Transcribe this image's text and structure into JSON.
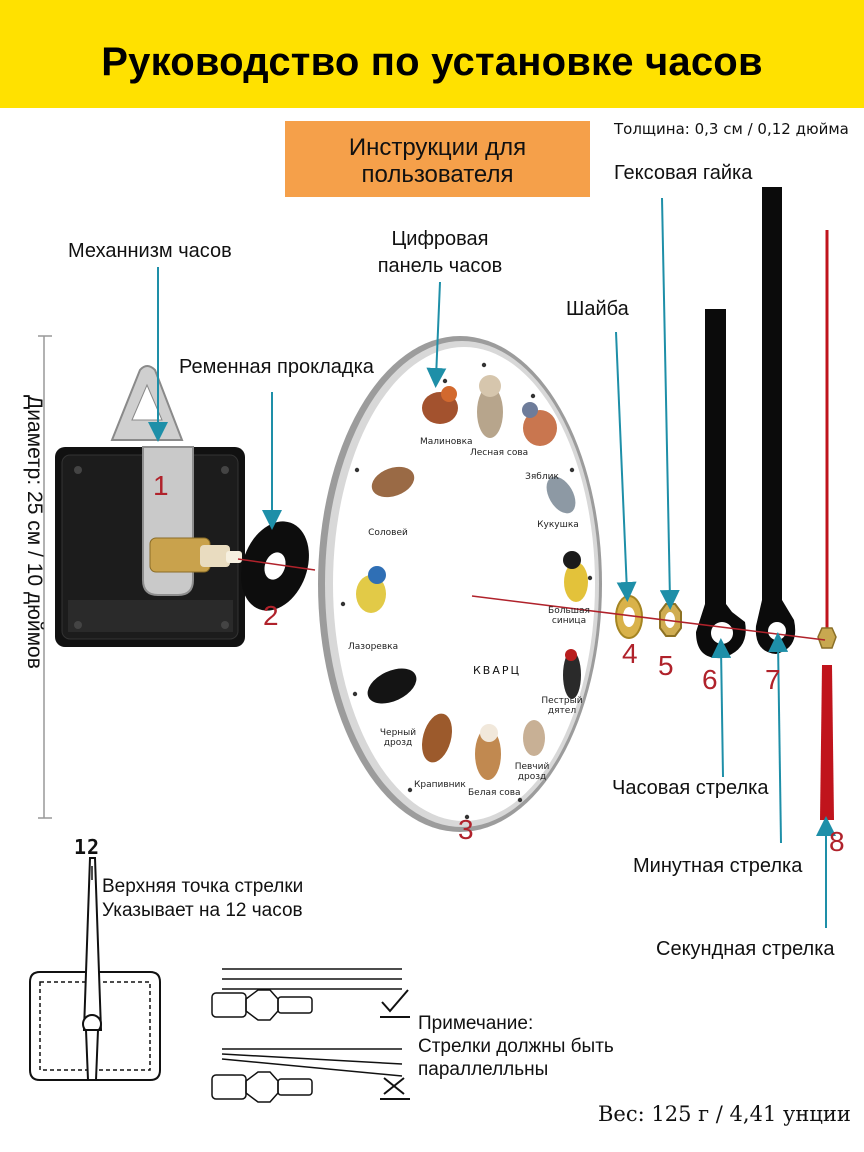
{
  "title": "Руководство по установке часов",
  "instructions": "Инструкции для пользователя",
  "thickness": "Толщина: 0,3 см / 0,12 дюйма",
  "labels": {
    "hex_nut": "Гексовая гайка",
    "mechanism": "Механнизм часов",
    "dial": "Цифровая панель часов",
    "washer": "Шайба",
    "gasket": "Ременная прокладка",
    "hour_hand": "Часовая стрелка",
    "minute_hand": "Минутная стрелка",
    "second_hand": "Секундная стрелка",
    "diameter": "Диаметр: 25 см / 10 дюймов"
  },
  "numbers": [
    "1",
    "2",
    "3",
    "4",
    "5",
    "6",
    "7",
    "8"
  ],
  "dial": {
    "quartz": "КВАРЦ",
    "birds": [
      "Малиновка",
      "Лесная сова",
      "Зяблик",
      "Кукушка",
      "Большая синица",
      "Пестрый дятел",
      "Певчий дрозд",
      "Белая сова",
      "Крапивник",
      "Черный дрозд",
      "Лазоревка",
      "Соловей"
    ]
  },
  "tip": {
    "twelve": "12",
    "text": "Верхняя точка стрелки Указывает на 12 часов"
  },
  "note": {
    "heading": "Примечание:",
    "body": "Стрелки должны быть параллелльны"
  },
  "weight": "Вес: 125 г / 4,41 унции",
  "colors": {
    "banner": "#ffe100",
    "instructions_box": "#f5a04a",
    "arrow": "#1e8fa8",
    "numbers": "#b0222b",
    "second_hand": "#c0141c"
  }
}
